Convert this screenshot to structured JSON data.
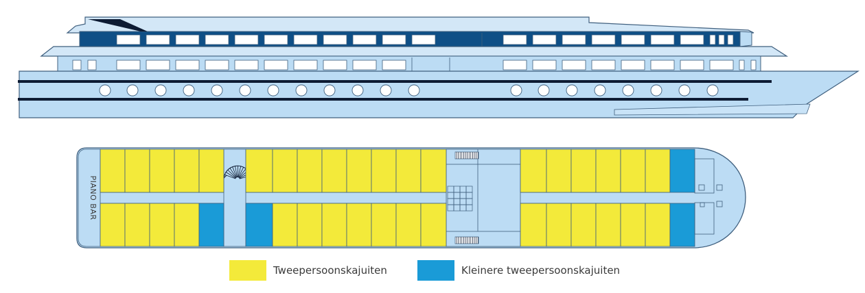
{
  "deck_label": "PIANO BAR",
  "legend": [
    {
      "label": "Tweepersoonskajuiten",
      "color": "#f3ea3a"
    },
    {
      "label": "Kleinere tweepersoonskajuiten",
      "color": "#1a9bd7"
    }
  ],
  "colors": {
    "hull": "#bcdcf4",
    "outline": "#3f5f7e",
    "navy": "#0f4f86",
    "stripe": "#0d1b33",
    "window": "#ffffff"
  }
}
